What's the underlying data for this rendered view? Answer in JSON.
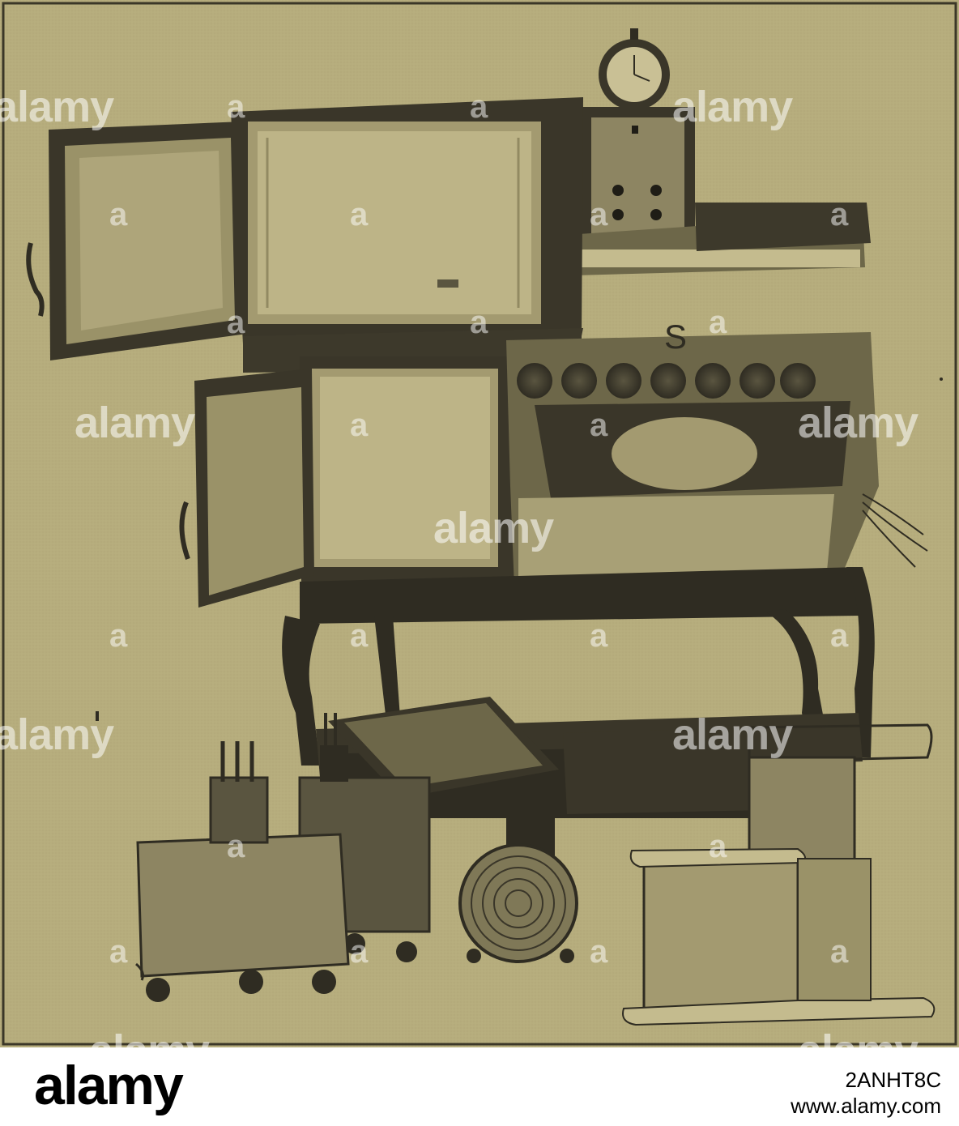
{
  "photo": {
    "subject": "electric-range-illustration",
    "background_color": "#b6ad7d",
    "ink_color": "#2f2c22",
    "stove_letter": "S"
  },
  "watermark": {
    "word": "alamy",
    "letter": "a",
    "color": "#ffffff"
  },
  "footer": {
    "logo": "alamy",
    "image_id": "2ANHT8C",
    "site": "www.alamy.com"
  }
}
